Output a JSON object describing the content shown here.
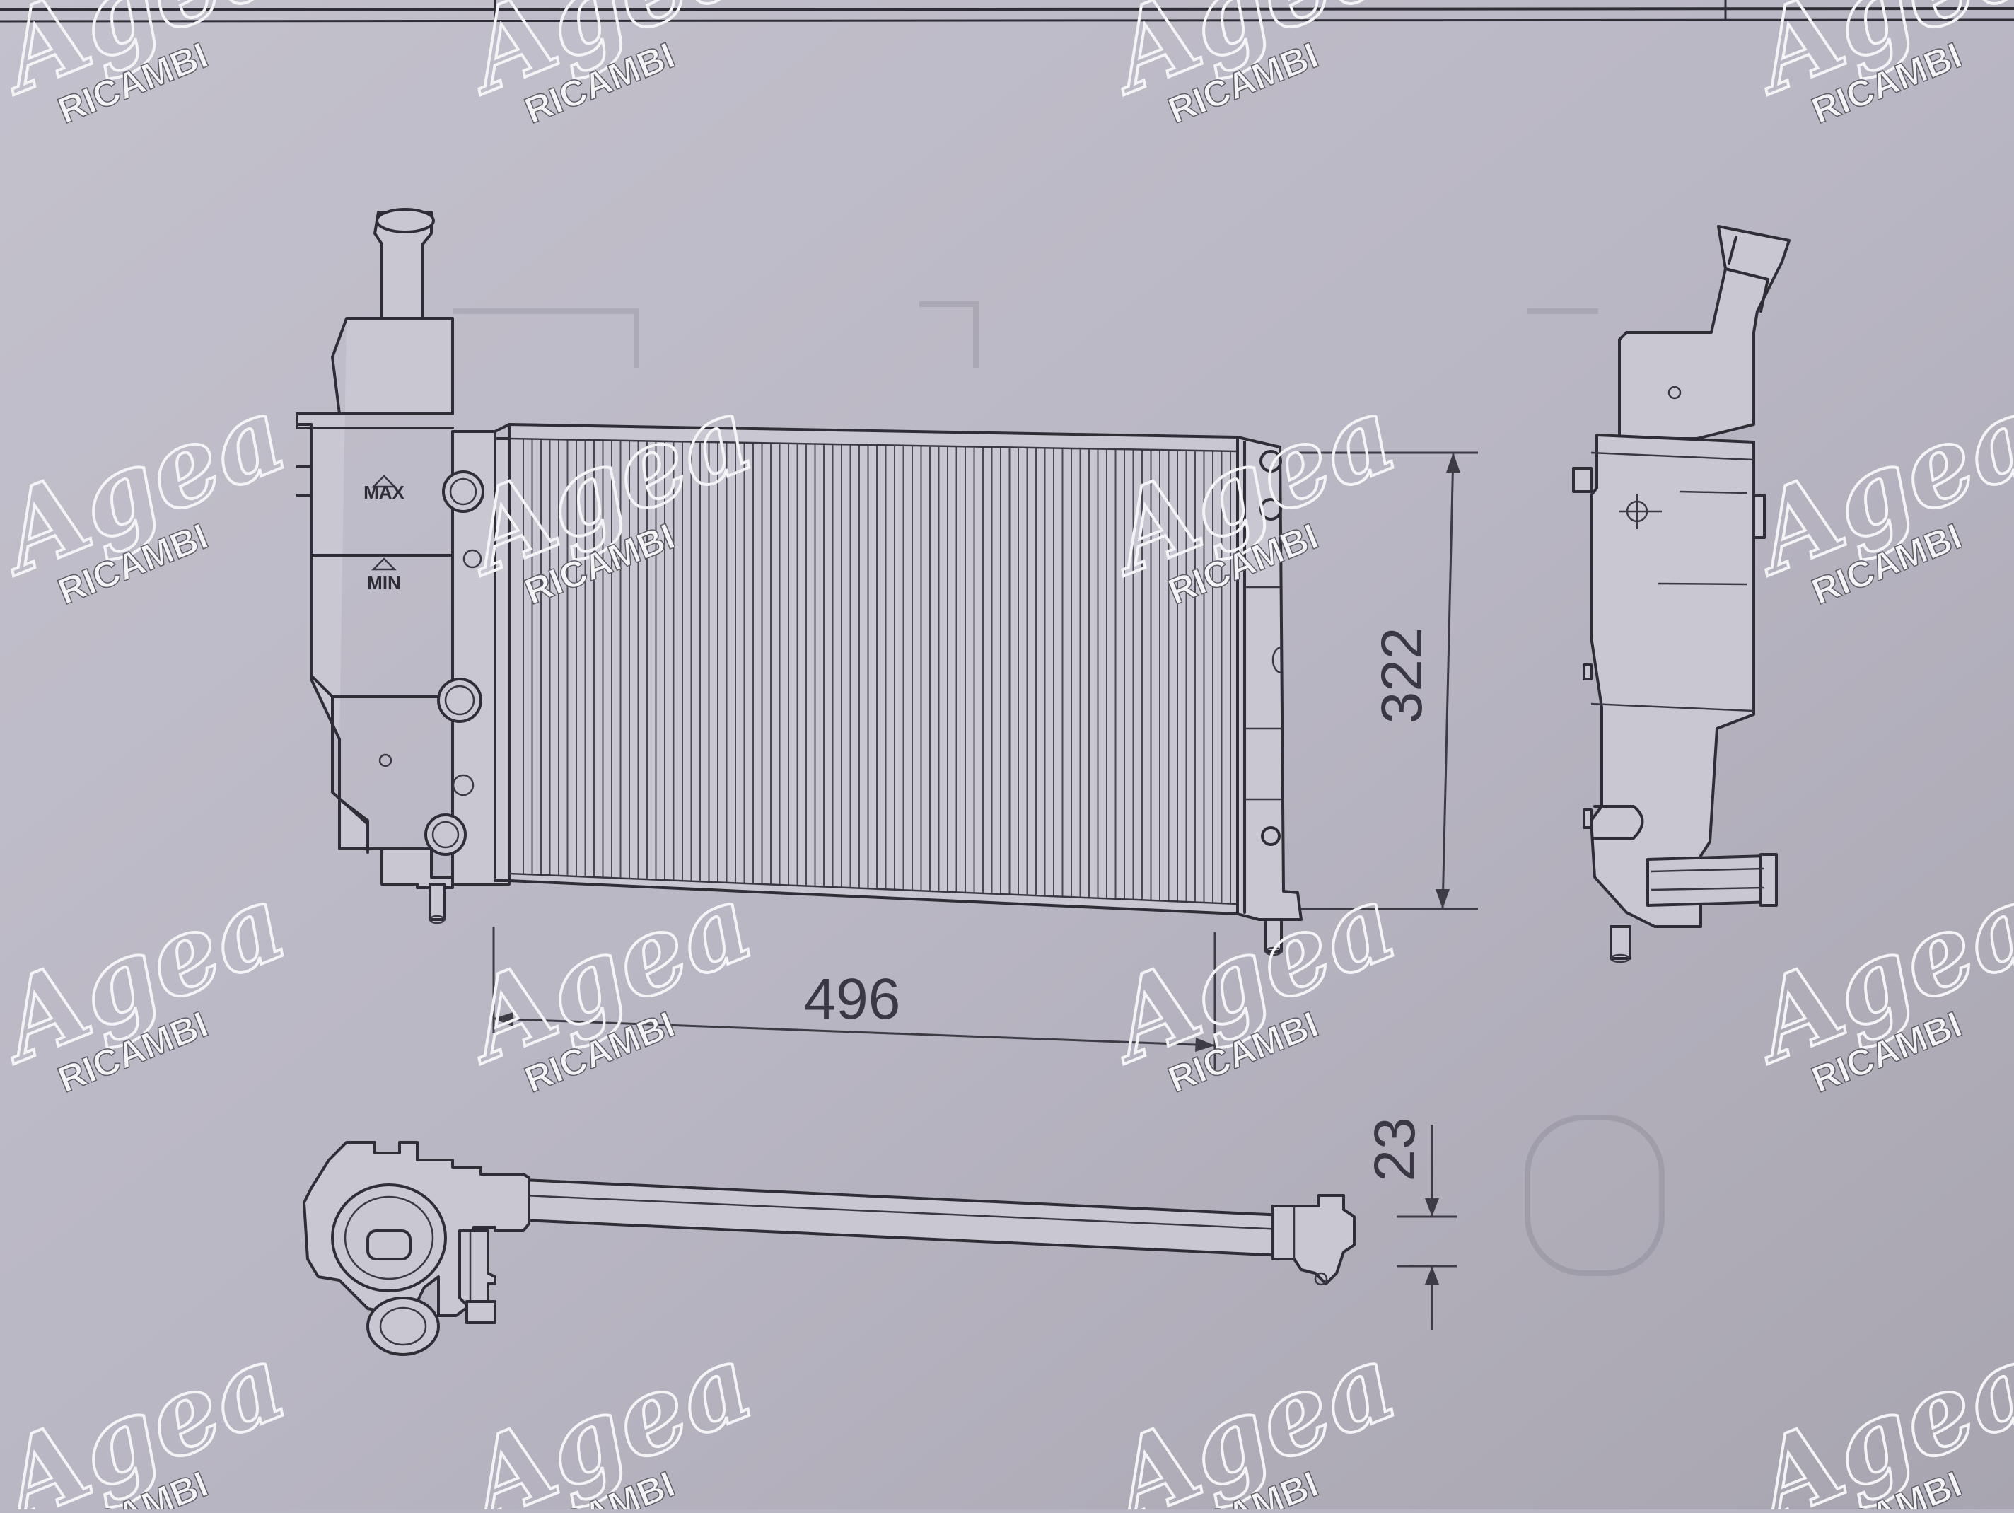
{
  "labels": {
    "max": "MAX",
    "min": "MIN"
  },
  "dimensions": {
    "width": "496",
    "height": "322",
    "depth": "23"
  },
  "watermark": {
    "word": "Agea",
    "sub": "RICAMBI"
  },
  "colors": {
    "paper": "#b9b6c3",
    "ink": "#2f2d36",
    "watermark": "#f4f4f6"
  }
}
